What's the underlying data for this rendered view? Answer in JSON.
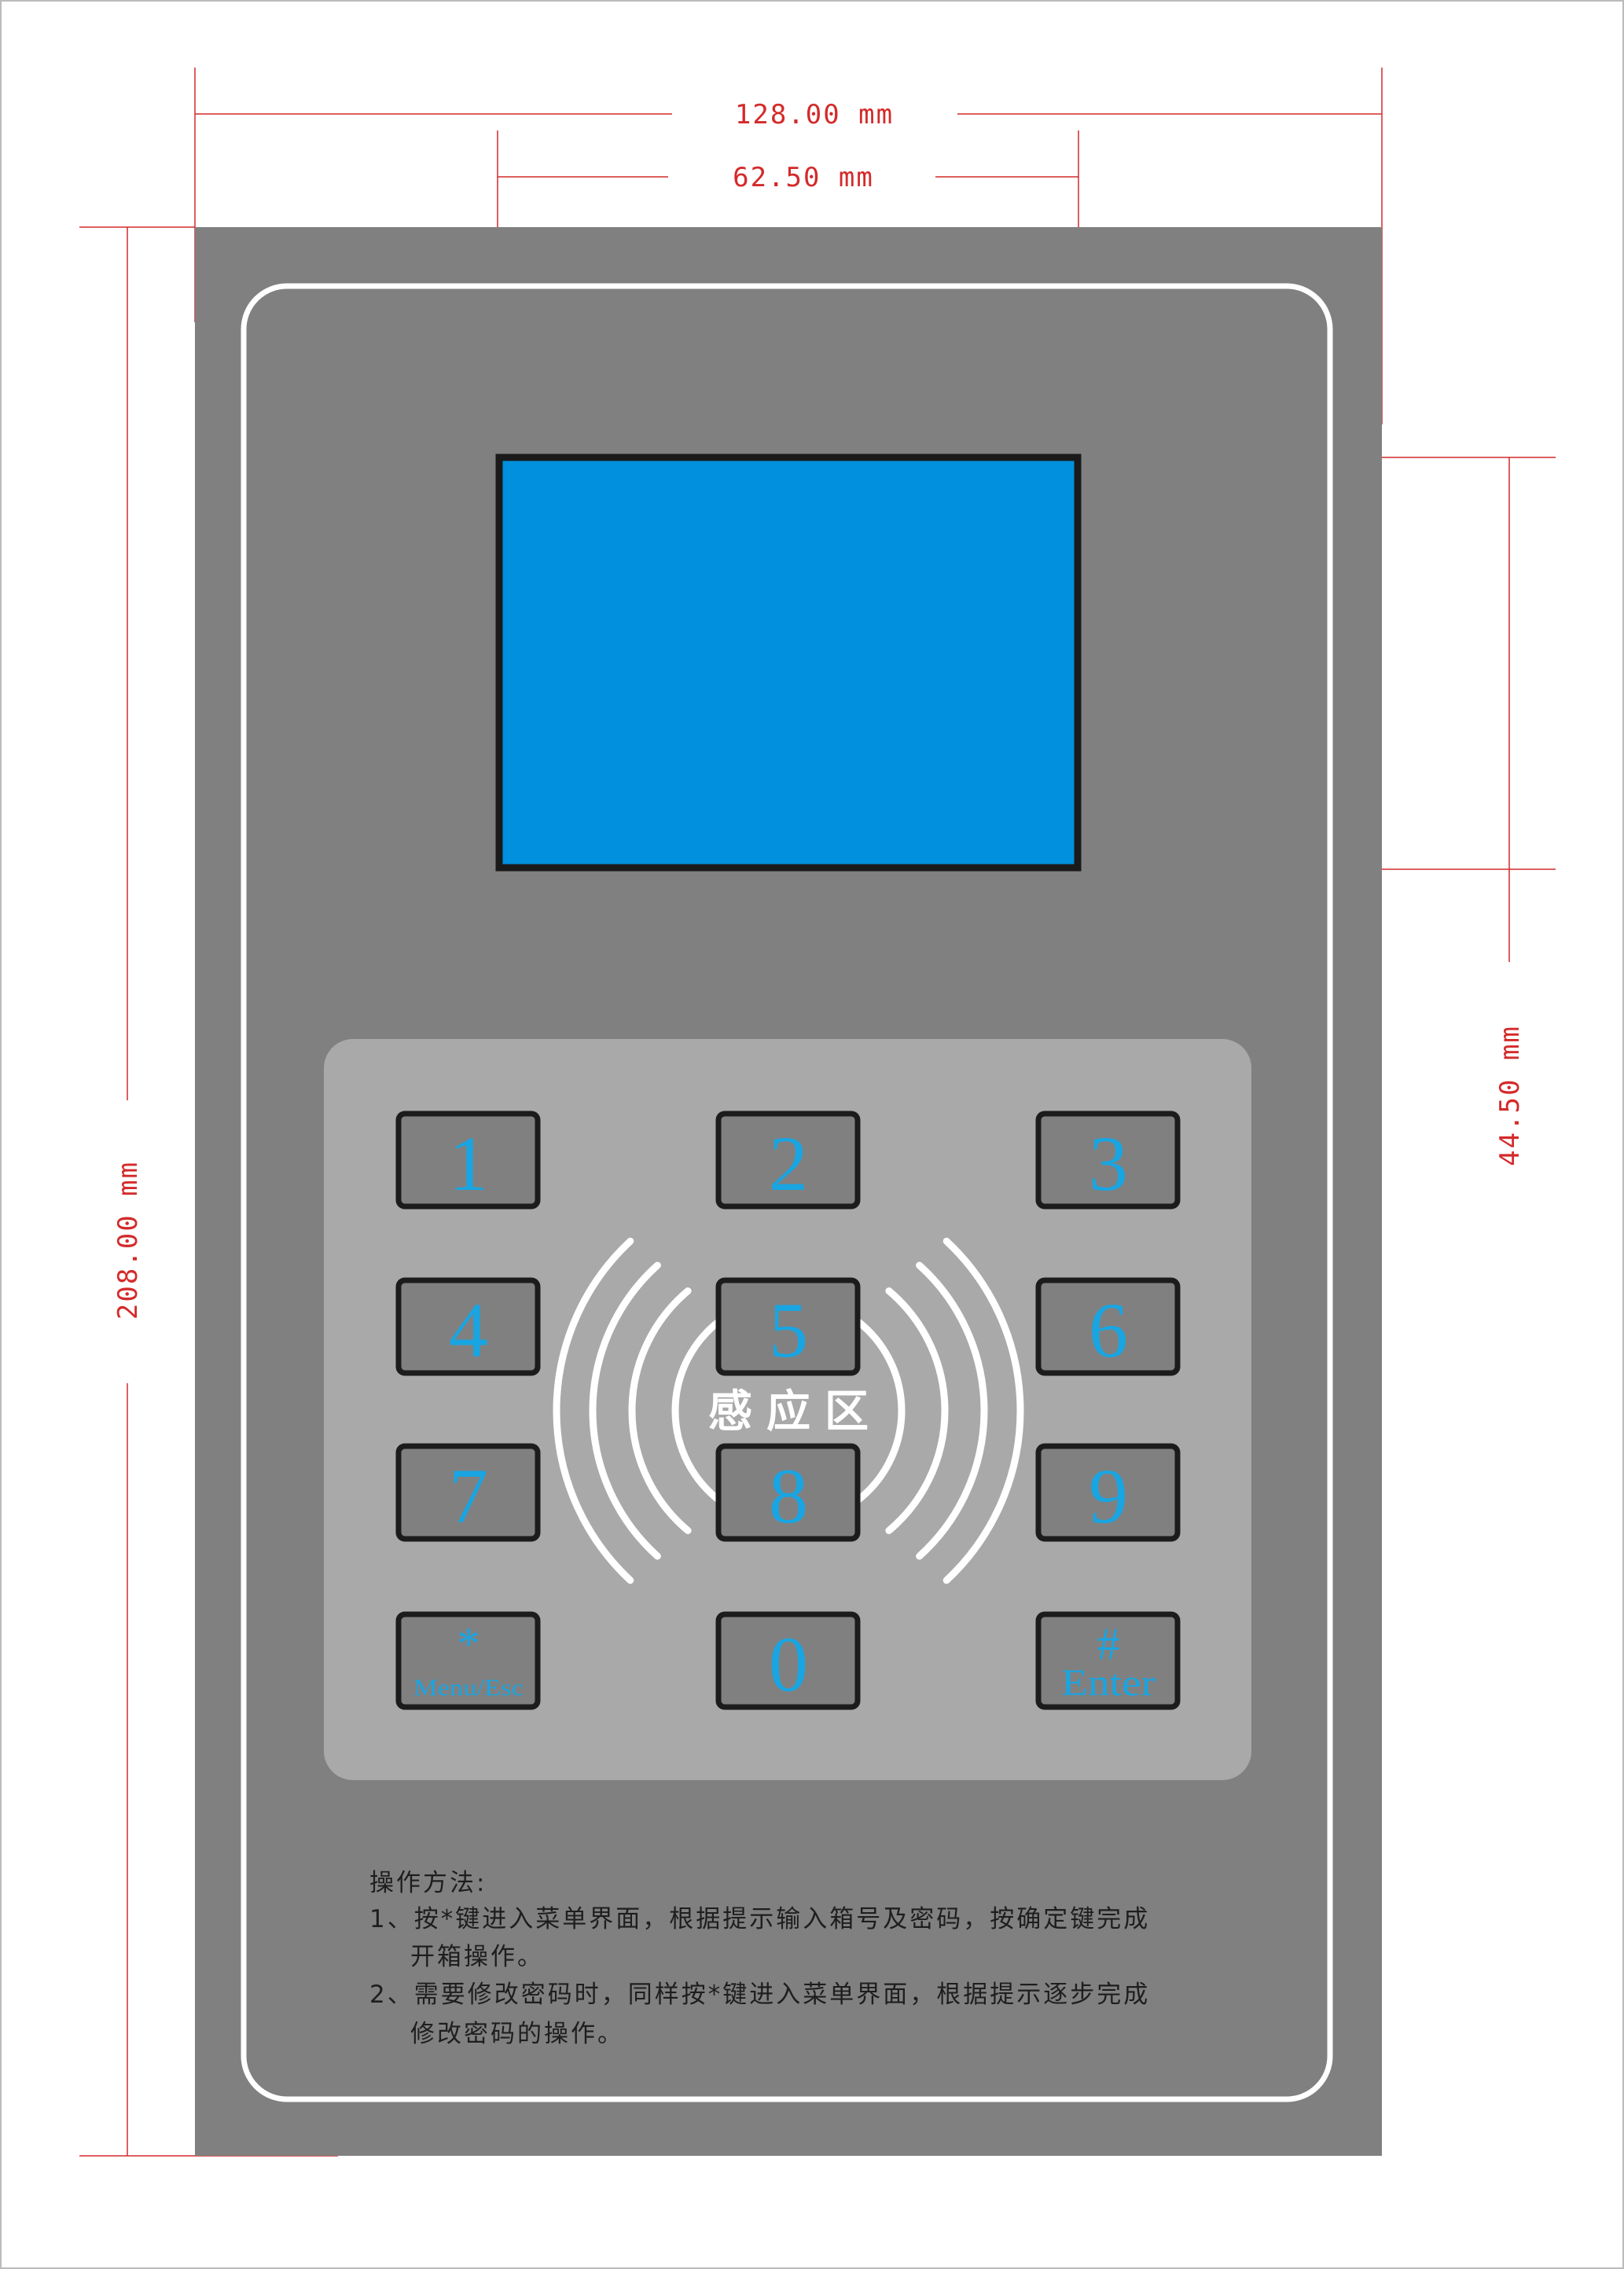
{
  "dimensions": {
    "overall_width": "128.00 mm",
    "screen_width": "62.50 mm",
    "overall_height": "208.00 mm",
    "screen_height": "44.50 mm"
  },
  "colors": {
    "panel": "#808080",
    "keypad_area": "#a9a9a9",
    "screen": "#0090de",
    "key_label": "#19a5e2",
    "dimension_line": "#d42a2a"
  },
  "keypad": {
    "keys": [
      {
        "main": "1",
        "sub": ""
      },
      {
        "main": "2",
        "sub": ""
      },
      {
        "main": "3",
        "sub": ""
      },
      {
        "main": "4",
        "sub": ""
      },
      {
        "main": "5",
        "sub": ""
      },
      {
        "main": "6",
        "sub": ""
      },
      {
        "main": "7",
        "sub": ""
      },
      {
        "main": "8",
        "sub": ""
      },
      {
        "main": "9",
        "sub": ""
      },
      {
        "main": "*",
        "sub": "Menu/Esc"
      },
      {
        "main": "0",
        "sub": ""
      },
      {
        "main": "#",
        "sub": "Enter"
      }
    ],
    "sensor_label": "感应区",
    "sensor_icon": "rfid-wave-icon"
  },
  "instructions": {
    "title": "操作方法:",
    "lines": [
      "1、按*键进入菜单界面，根据提示输入箱号及密码，按确定键完成",
      "开箱操作。",
      "2、需要修改密码时，同样按*键进入菜单界面，根据提示逐步完成",
      "修改密码的操作。"
    ]
  }
}
